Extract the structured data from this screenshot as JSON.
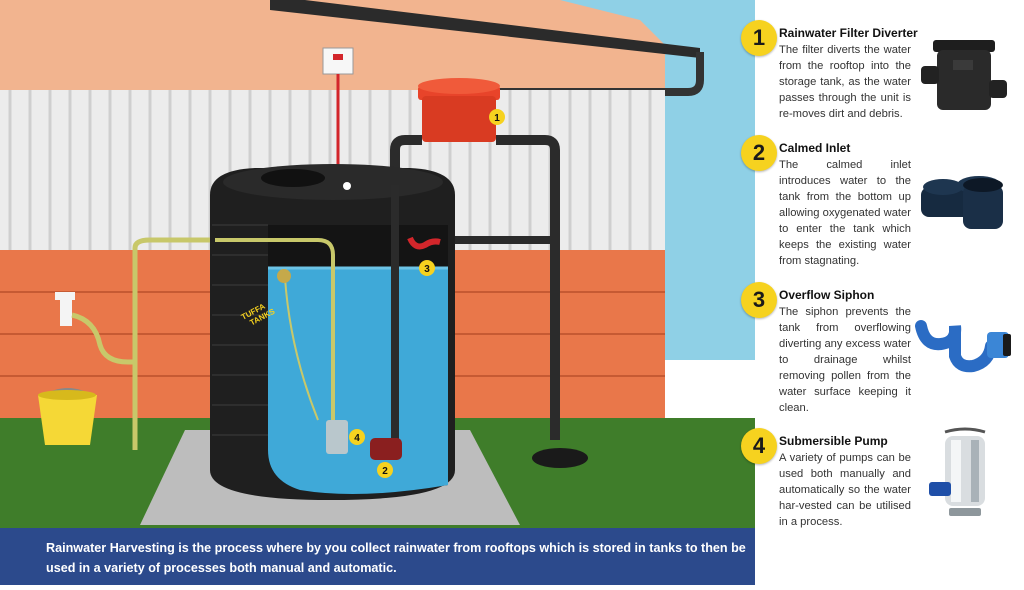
{
  "scene": {
    "tank_brand": "TUFFA\nTANKS",
    "tank_brand_line1": "TUFFA",
    "tank_brand_line2": "TANKS",
    "markers": [
      "1",
      "2",
      "3",
      "4"
    ]
  },
  "steps": [
    {
      "number": "1",
      "title": "Rainwater Filter Diverter",
      "text": "The filter diverts the water from the rooftop into the storage tank, as the water passes through the unit is re-moves dirt and debris.",
      "icon": "filter-diverter-icon"
    },
    {
      "number": "2",
      "title": "Calmed Inlet",
      "text": "The calmed inlet introduces water to the tank from the bottom up allowing oxygenated water to enter the tank which keeps the existing water from stagnating.",
      "icon": "calmed-inlet-icon"
    },
    {
      "number": "3",
      "title": "Overflow Siphon",
      "text": "The siphon prevents the tank from overflowing diverting any excess water to drainage whilst removing pollen from the water surface keeping it clean.",
      "icon": "overflow-siphon-icon"
    },
    {
      "number": "4",
      "title": "Submersible Pump",
      "text": "A variety of pumps can be used both manually and automatically so the water har-vested can be utilised in a process.",
      "icon": "submersible-pump-icon"
    }
  ],
  "caption": "Rainwater Harvesting is the process where by you collect rainwater from rooftops which is stored in tanks to then be used in a variety of processes both manual and automatic.",
  "colors": {
    "sky": "#8fd0e6",
    "roof": "#f2b48f",
    "wall": "#ececec",
    "brick": "#e9774a",
    "grass": "#3f7d2a",
    "tank": "#1f1f1f",
    "water": "#3fa9d8",
    "badge": "#f6d21f",
    "caption_bg": "#2c4a8c",
    "diverter": "#e8442a"
  }
}
